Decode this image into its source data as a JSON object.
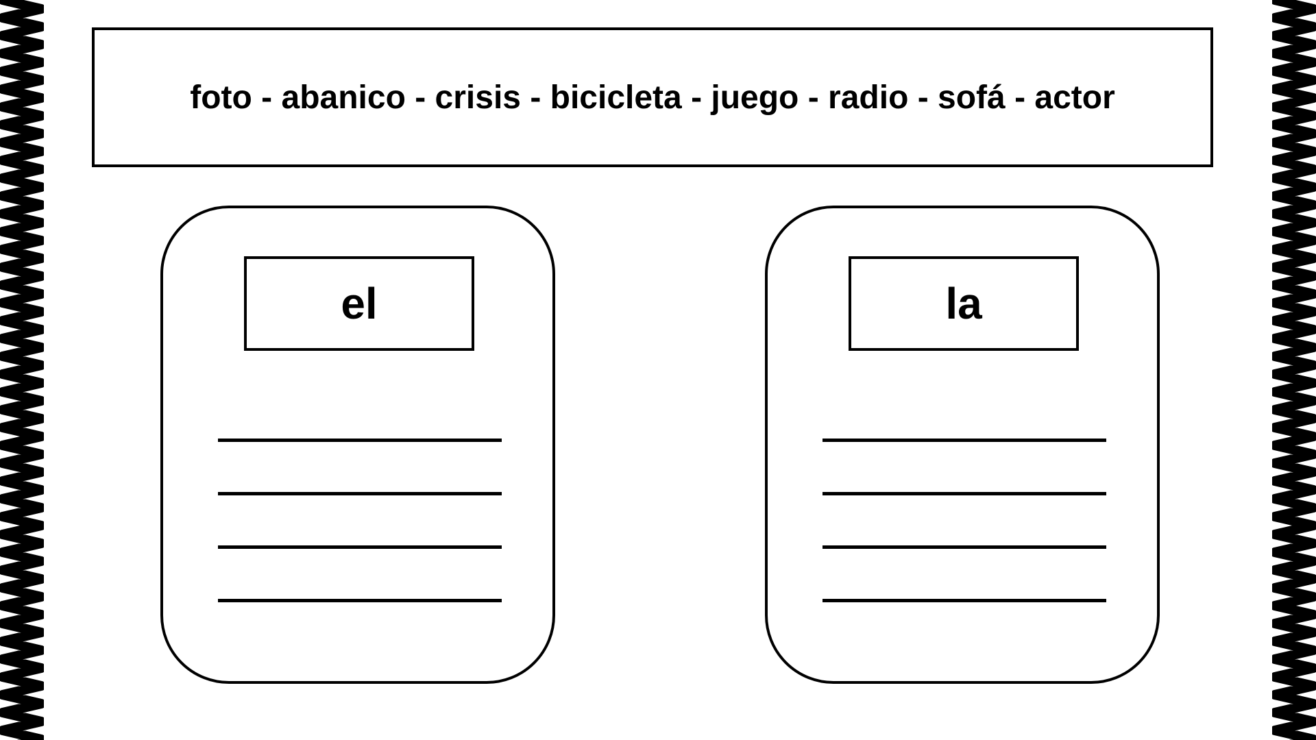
{
  "word_bank": {
    "text": "foto - abanico - crisis - bicicleta - juego - radio - sofá - actor"
  },
  "categories": [
    {
      "article": "el"
    },
    {
      "article": "la"
    }
  ],
  "colors": {
    "ink": "#000000",
    "background": "#ffffff"
  }
}
